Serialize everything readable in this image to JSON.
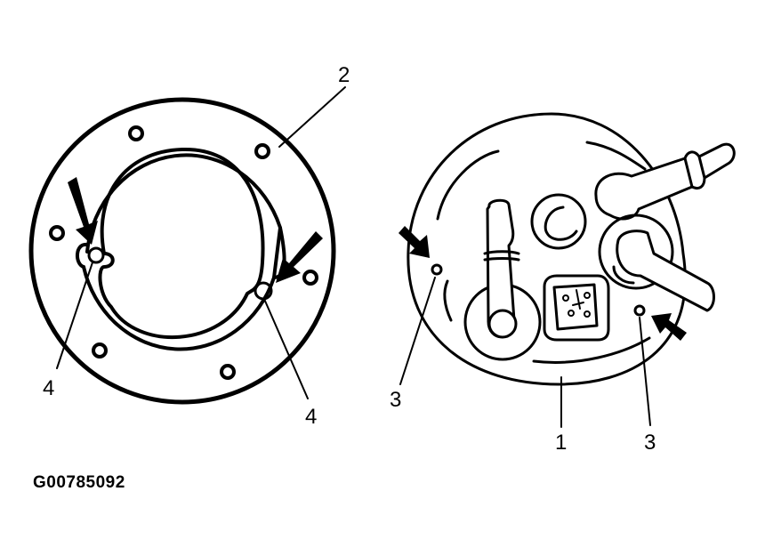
{
  "figure_id": "G00785092",
  "callouts": {
    "gasket": "2",
    "pump_module": "1",
    "locating_hole_left": "3",
    "locating_hole_right": "3",
    "locating_tab_left": "4",
    "locating_tab_right": "4"
  },
  "colors": {
    "line": "#000000",
    "background": "#ffffff"
  }
}
